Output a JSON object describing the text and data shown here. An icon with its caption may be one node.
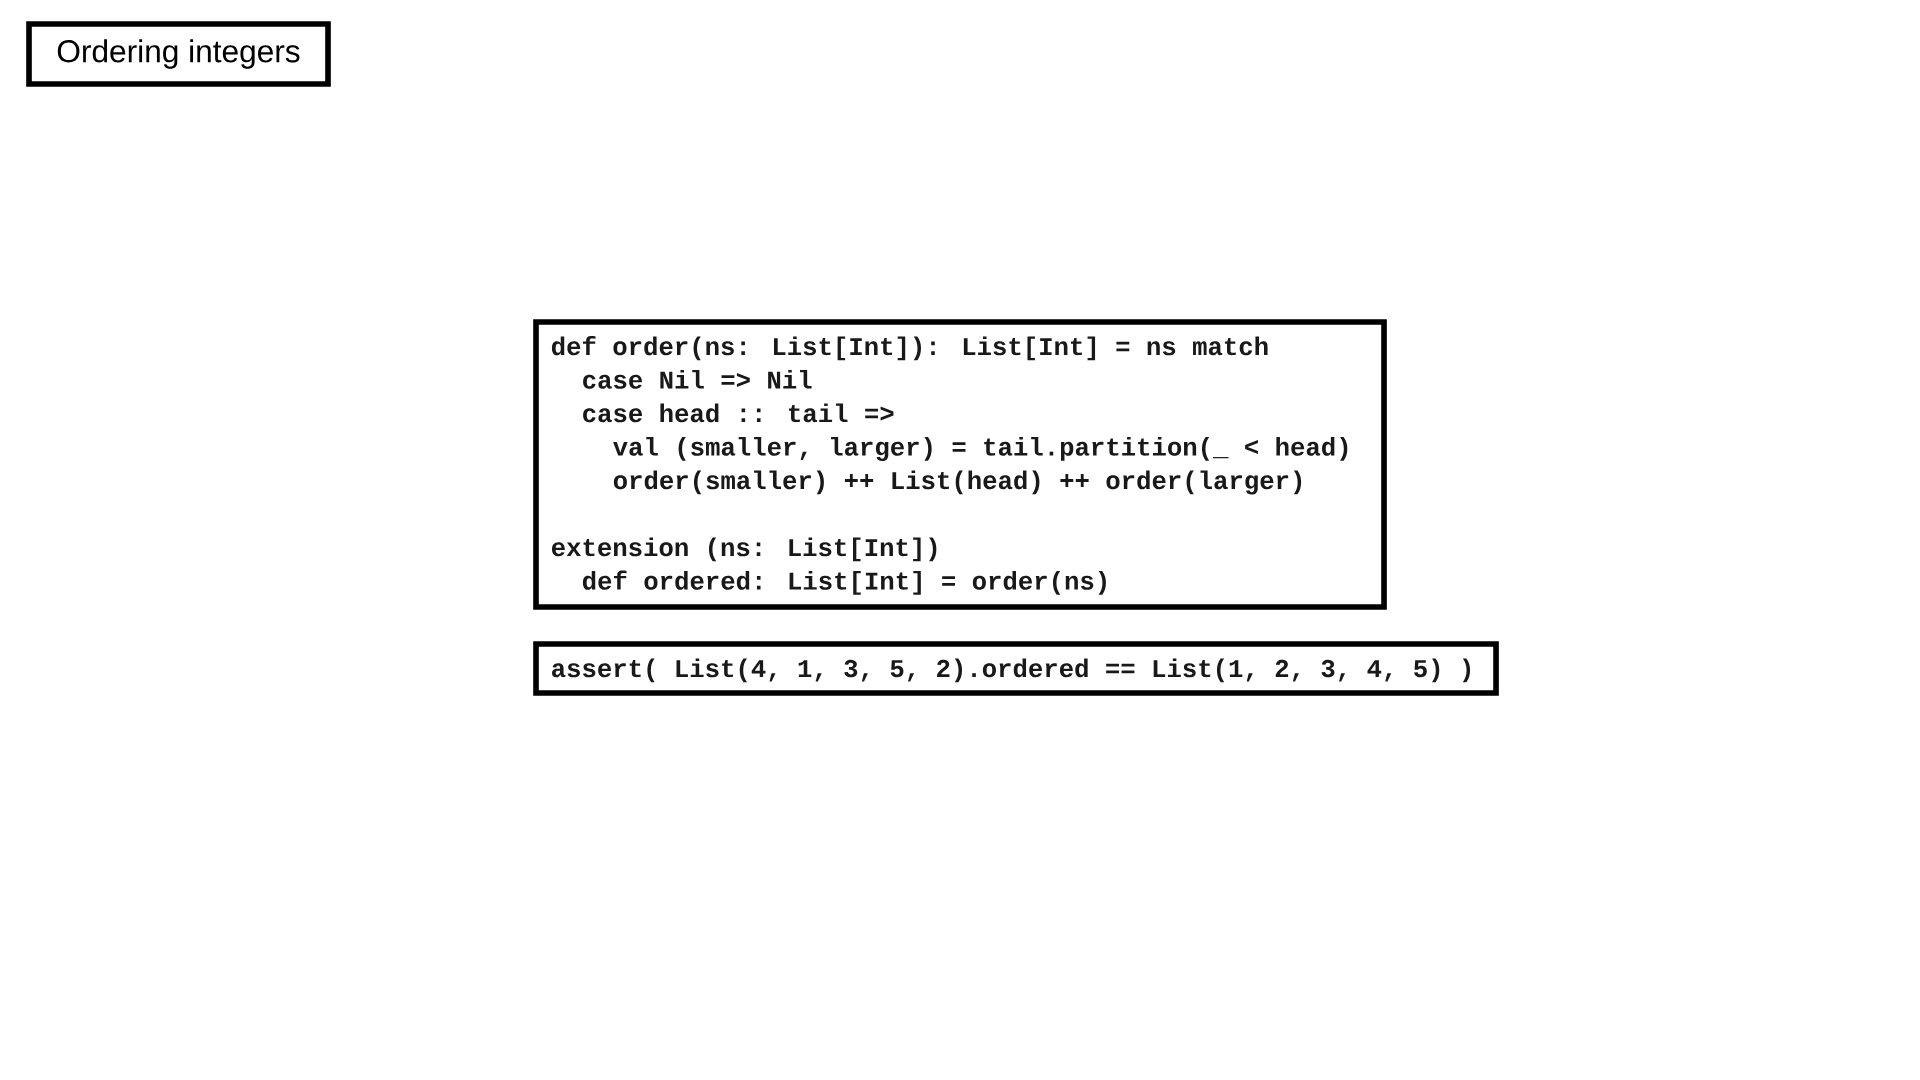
{
  "diagram": {
    "nodes": [
      {
        "text": [
          "Ordering integers"
        ]
      },
      {
        "text": [
          "def order(ns: List[Int]): List[Int] = ns match",
          "case Nil => Nil",
          "case head :: tail =>",
          "val (smaller, larger) = tail.partition(_ < head)",
          "order(smaller) ++ List(head) ++ order(larger)",
          "extension (ns: List[Int])",
          "def ordered: List[Int] = order(ns)"
        ]
      },
      {
        "text": [
          "assert( List(4, 1, 3, 5, 2).ordered == List(1, 2, 3, 4, 5) )"
        ]
      }
    ]
  }
}
